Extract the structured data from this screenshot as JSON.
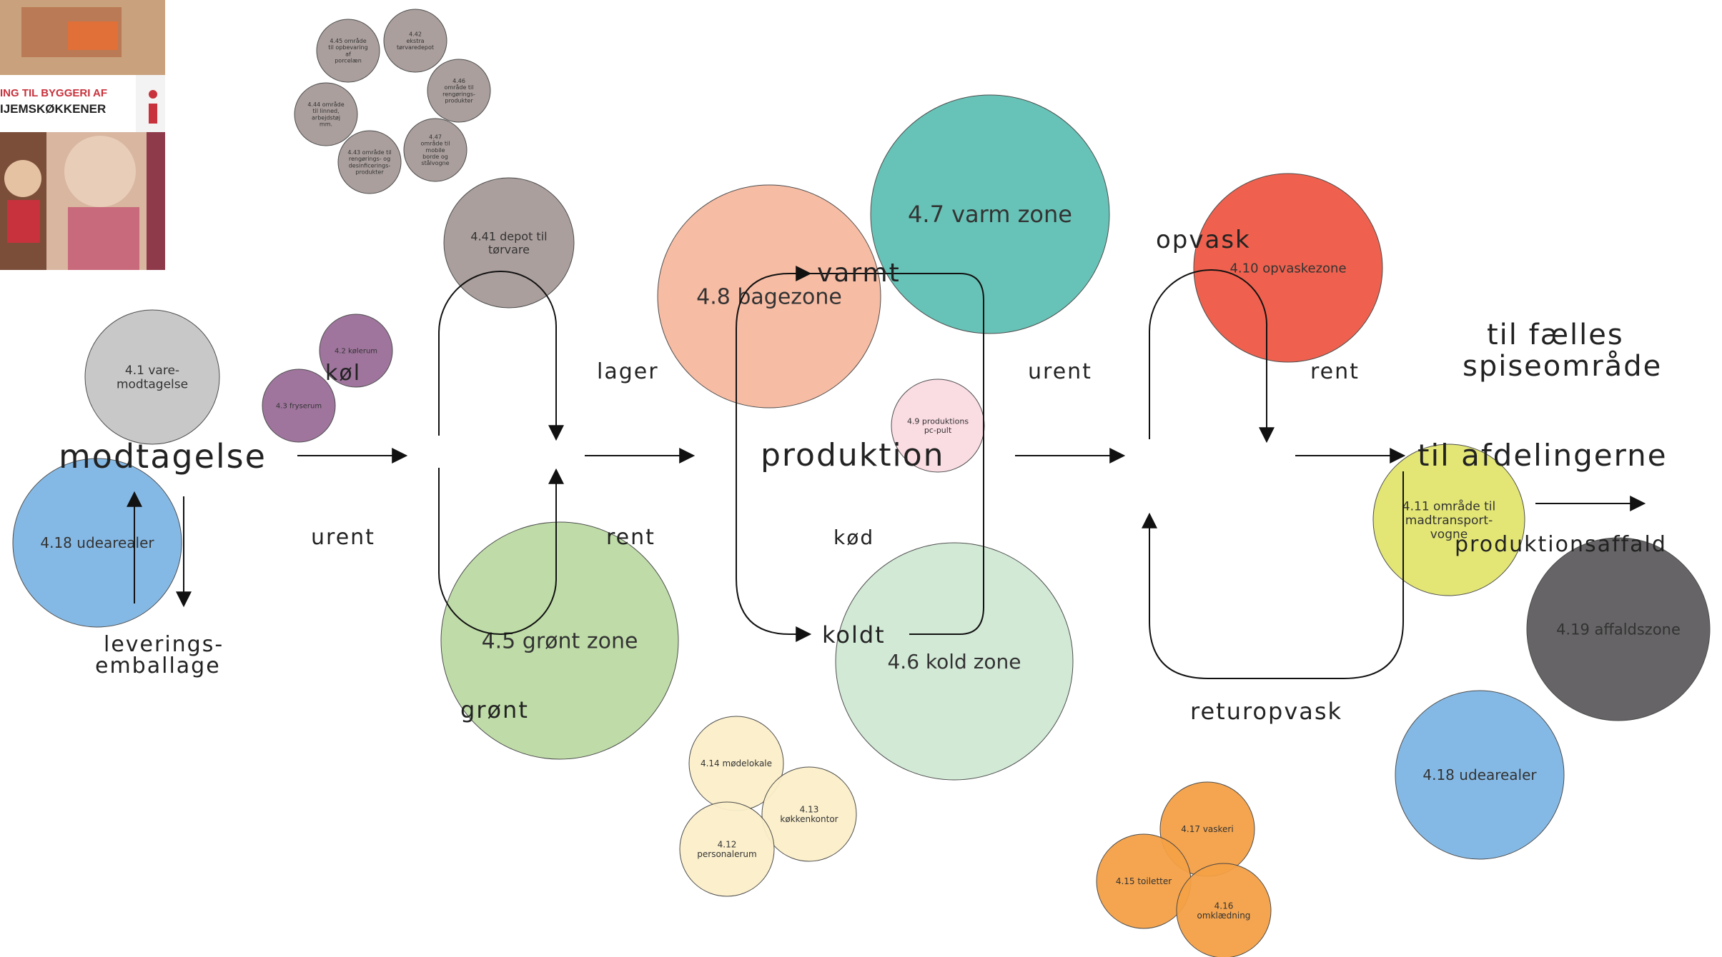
{
  "cover": {
    "line1": "ING TIL BYGGERI AF",
    "line2": "IJEMSKØKKENER",
    "colors": {
      "brand": "#c8323c",
      "panel": "#f2dcc4"
    }
  },
  "bubbles": [
    {
      "id": "b4-1",
      "lines": [
        "4.1 Vare-",
        "modtagelse"
      ],
      "color": "#c6c6c6"
    },
    {
      "id": "b4-18a",
      "lines": [
        "4.18 Udearealer"
      ],
      "color": "#7fb6e4"
    },
    {
      "id": "b4-2",
      "lines": [
        "4.2 Kølerum"
      ],
      "color": "#9a6e98"
    },
    {
      "id": "b4-3",
      "lines": [
        "4.3 Fryserum"
      ],
      "color": "#9a6e98"
    },
    {
      "id": "b4-41",
      "lines": [
        "4.41 depot til",
        "tørvare"
      ],
      "color": "#a69a98"
    },
    {
      "id": "b4-5",
      "lines": [
        "4.5 Grønt zone"
      ],
      "color": "#bcdba4"
    },
    {
      "id": "b4-8",
      "lines": [
        "4.8 Bagezone"
      ],
      "color": "#f7b9a0"
    },
    {
      "id": "b4-7",
      "lines": [
        "4.7 Varm zone"
      ],
      "color": "#5fc0b4"
    },
    {
      "id": "b4-6",
      "lines": [
        "4.6 Kold zone"
      ],
      "color": "#d0e8d4"
    },
    {
      "id": "b4-9",
      "lines": [
        "4.9 produktions",
        "pc-pult"
      ],
      "color": "#fadbe2"
    },
    {
      "id": "b4-10",
      "lines": [
        "4.10 Opvaskezone"
      ],
      "color": "#ef5945"
    },
    {
      "id": "b4-11",
      "lines": [
        "4.11 område til",
        "madtransport-",
        "vogne"
      ],
      "color": "#e2e56e"
    },
    {
      "id": "b4-19",
      "lines": [
        "4.19 Affaldszone"
      ],
      "color": "#5e5c5e"
    },
    {
      "id": "b4-18b",
      "lines": [
        "4.18 Udearealer"
      ],
      "color": "#7fb6e4"
    },
    {
      "id": "b4-14",
      "lines": [
        "4.14 Mødelokale"
      ],
      "color": "#fbefca"
    },
    {
      "id": "b4-13",
      "lines": [
        "4.13",
        "Køkkenkontor"
      ],
      "color": "#fbefca"
    },
    {
      "id": "b4-12",
      "lines": [
        "4.12",
        "personalerum"
      ],
      "color": "#fbefca"
    },
    {
      "id": "b4-17",
      "lines": [
        "4.17 Vaskeri"
      ],
      "color": "#f5a146"
    },
    {
      "id": "b4-15",
      "lines": [
        "4.15 Toiletter"
      ],
      "color": "#f5a146"
    },
    {
      "id": "b4-16",
      "lines": [
        "4.16",
        "Omklædning"
      ],
      "color": "#f5a146"
    },
    {
      "id": "b4-45",
      "lines": [
        "4.45 Område",
        "til opbevaring",
        "af",
        "porcelæn"
      ],
      "color": "#a69a98"
    },
    {
      "id": "b4-42",
      "lines": [
        "4.42",
        "ekstra",
        "tørvaredepot"
      ],
      "color": "#a69a98"
    },
    {
      "id": "b4-46",
      "lines": [
        "4.46",
        "Område til",
        "rengørings-",
        "produkter"
      ],
      "color": "#a69a98"
    },
    {
      "id": "b4-44",
      "lines": [
        "4.44 Område",
        "til linned,",
        "arbejdstøj",
        "mm."
      ],
      "color": "#a69a98"
    },
    {
      "id": "b4-47",
      "lines": [
        "4.47",
        "Område til",
        "mobile",
        "borde og",
        "stålvogne"
      ],
      "color": "#a69a98"
    },
    {
      "id": "b4-43",
      "lines": [
        "4.43 Område til",
        "rengørings- og",
        "desinficerings-",
        "produkter"
      ],
      "color": "#a69a98"
    }
  ],
  "flow_labels": {
    "modtagelse": "Modtagelse",
    "urent_left": "Urent",
    "rent_left": "rent",
    "leverings1": "Leverings-",
    "leverings2": "emballage",
    "kol": "Køl",
    "lager": "Lager",
    "gront": "Grønt",
    "varmt": "Varmt",
    "koldt": "Koldt",
    "kod": "Kød",
    "produktion": "Produktion",
    "urent_mid": "urent",
    "opvask": "Opvask",
    "rent_right": "rent",
    "returopvask": "Returopvask",
    "spise1": "Til fælles",
    "spise2": "spiseområde",
    "afdelinger": "Til afdelingerne",
    "affald": "Produktionsaffald"
  }
}
